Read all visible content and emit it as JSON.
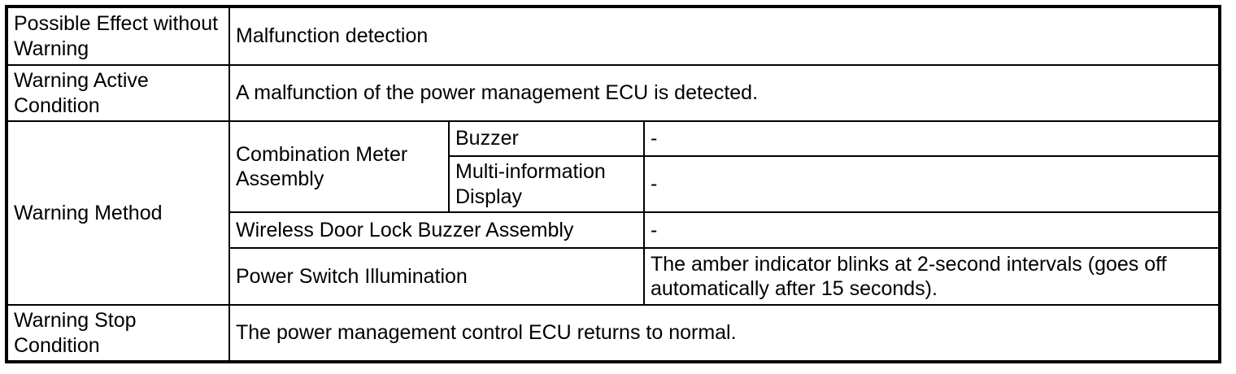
{
  "table": {
    "possible_effect": {
      "label": "Possible Effect without Warning",
      "value": "Malfunction detection"
    },
    "warning_active": {
      "label": "Warning Active Condition",
      "value": "A malfunction of the power management ECU is detected."
    },
    "warning_method": {
      "label": "Warning Method",
      "combination_meter": {
        "label": "Combination Meter Assembly"
      },
      "buzzer": {
        "label": "Buzzer",
        "value": "-"
      },
      "multi_information_display": {
        "label": "Multi-information Display",
        "value": "-"
      },
      "wireless_door_lock_buzzer": {
        "label": "Wireless Door Lock Buzzer Assembly",
        "value": "-"
      },
      "power_switch_illumination": {
        "label": "Power Switch Illumination",
        "value": "The amber indicator blinks at 2-second intervals (goes off automatically after 15 seconds)."
      }
    },
    "warning_stop": {
      "label": "Warning Stop Condition",
      "value": "The power management control ECU returns to normal."
    }
  }
}
